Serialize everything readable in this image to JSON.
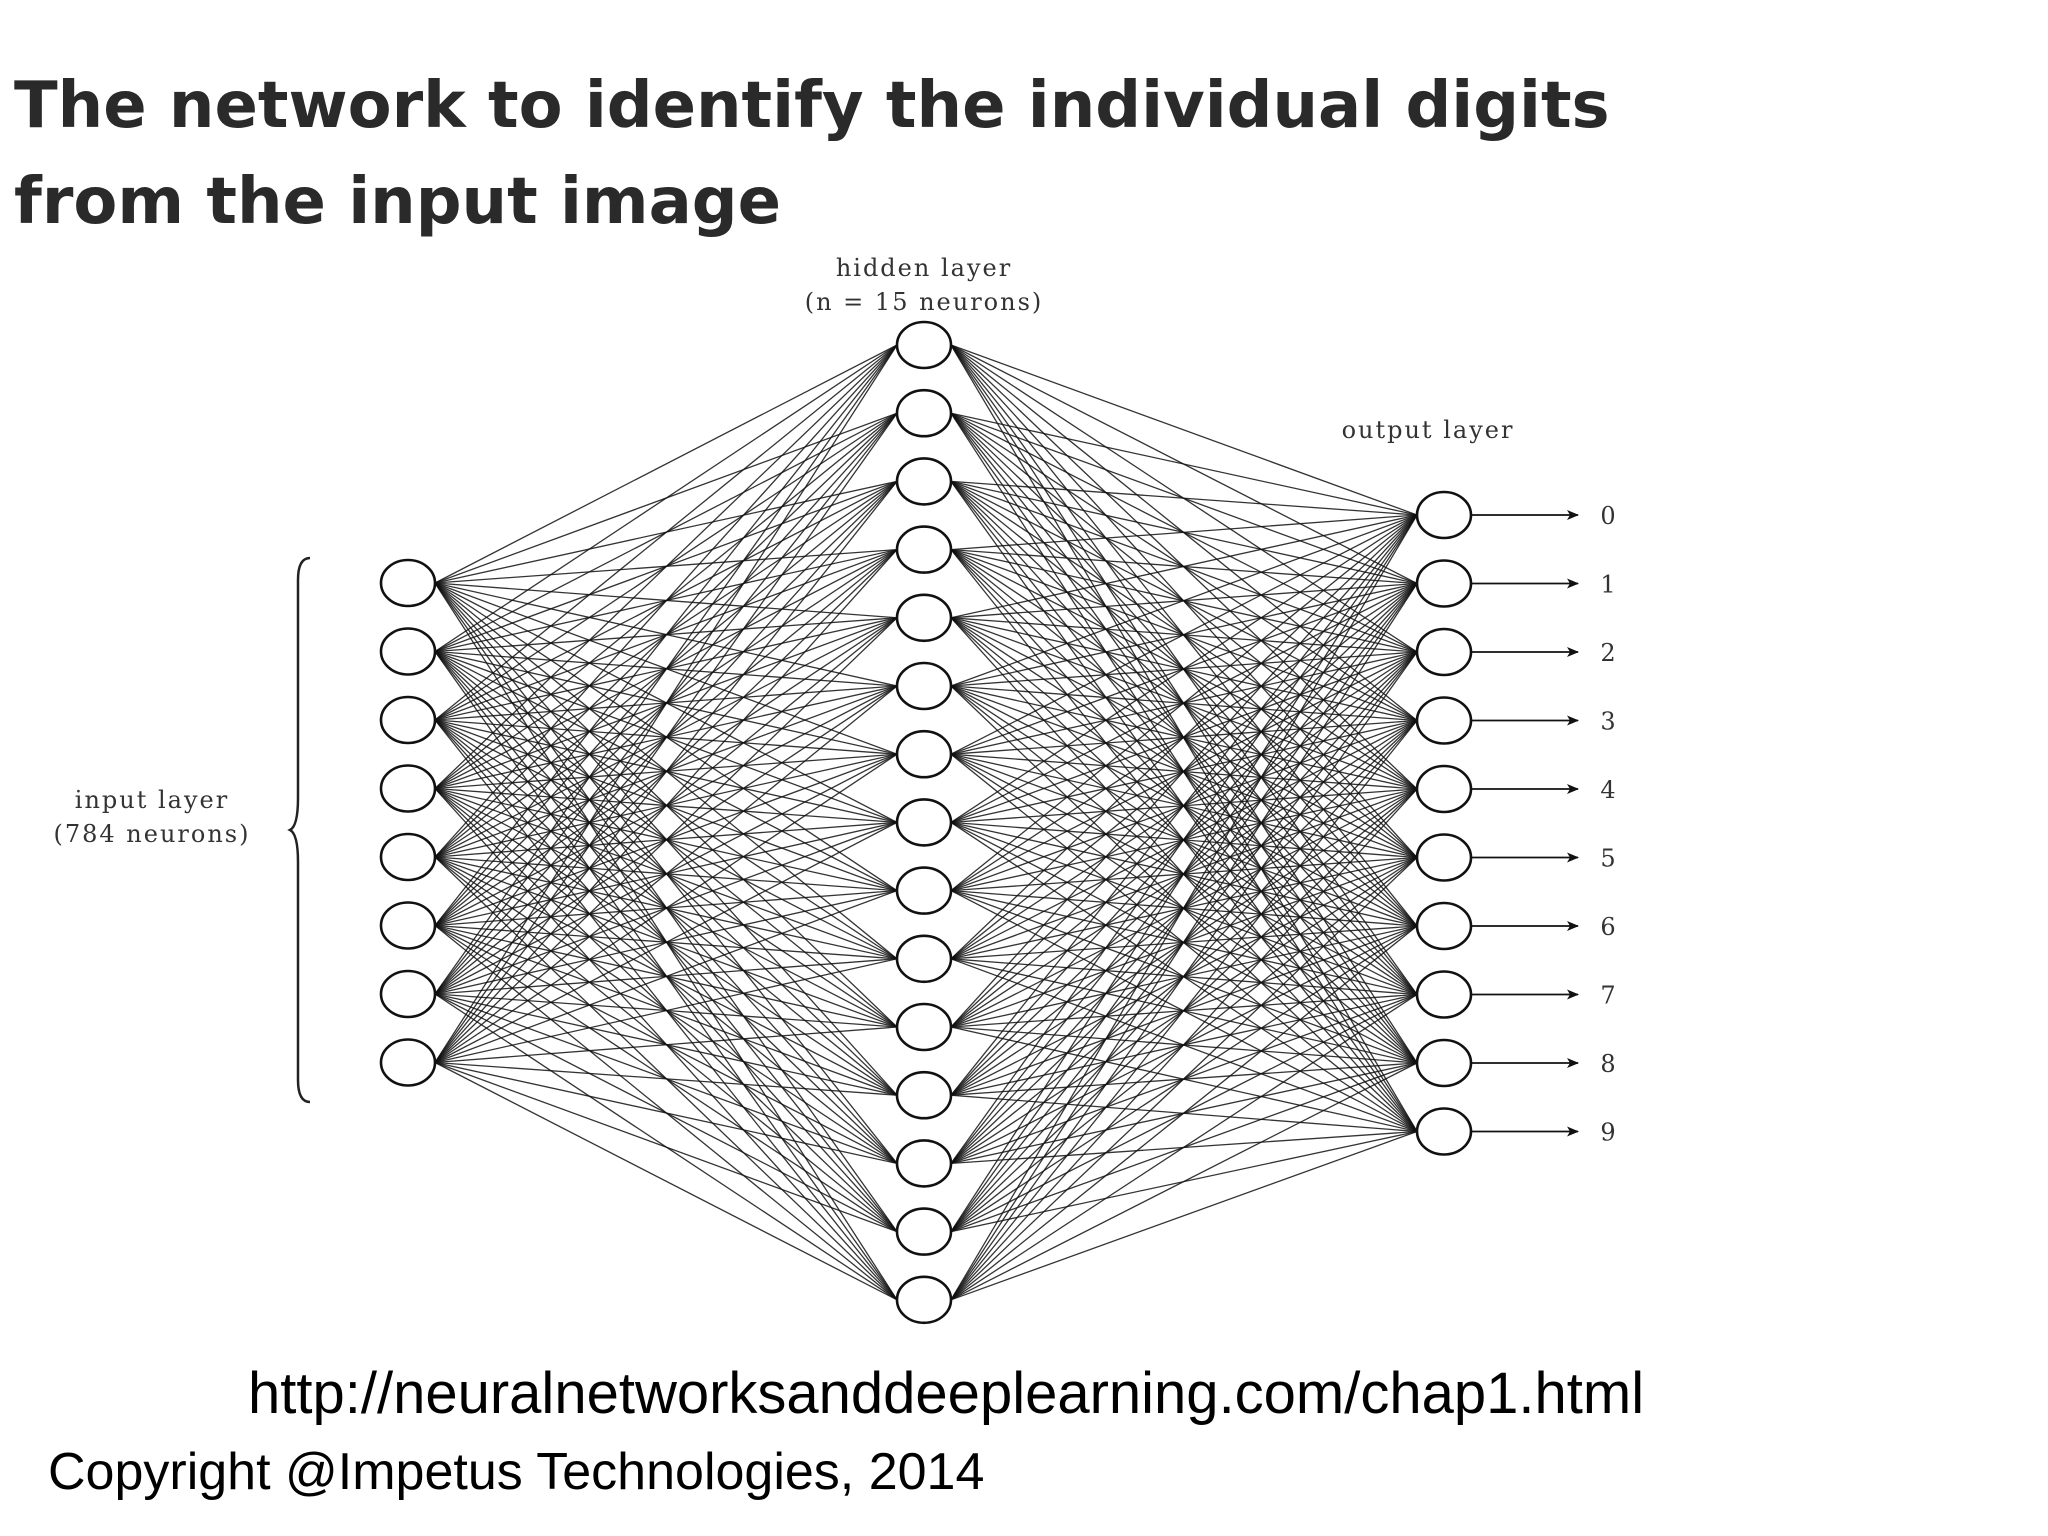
{
  "slide": {
    "title_line1": "The network to identify the individual digits",
    "title_line2": "from the input image",
    "source_url": "http://neuralnetworksanddeeplearning.com/chap1.html",
    "copyright": "Copyright @Impetus Technologies, 2014"
  },
  "network": {
    "input_layer": {
      "label_line1": "input layer",
      "label_line2": "(784 neurons)",
      "drawn_neurons": 8
    },
    "hidden_layer": {
      "label_line1": "hidden layer",
      "label_line2": "(n = 15 neurons)",
      "drawn_neurons": 15
    },
    "output_layer": {
      "label": "output layer",
      "outputs": [
        "0",
        "1",
        "2",
        "3",
        "4",
        "5",
        "6",
        "7",
        "8",
        "9"
      ]
    }
  },
  "colors": {
    "title": "#2a2a2a",
    "ink": "#111111",
    "text": "#000000"
  }
}
